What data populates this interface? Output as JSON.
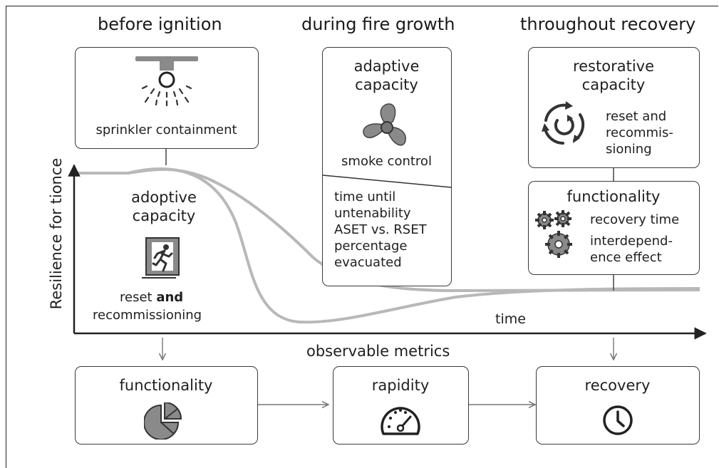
{
  "phases": {
    "before": "before ignition",
    "during": "during fire growth",
    "after": "throughout recovery"
  },
  "before_box": {
    "label": "sprinkler containment",
    "icon": "sprinkler-icon"
  },
  "during_box": {
    "title_line1": "adaptive",
    "title_line2": "capacity",
    "label": "smoke control",
    "icon": "fan-icon",
    "metrics": [
      "time until",
      "untenability",
      "ASET vs. RSET",
      "percentage",
      "evacuated"
    ]
  },
  "restorative_box": {
    "title_line1": "restorative",
    "title_line2": "capacity",
    "lines": [
      "reset and",
      "recommis-",
      "sioning"
    ],
    "icon": "cycle-arrows-icon"
  },
  "functionality_box": {
    "title": "functionality",
    "lines": [
      "recovery time",
      "interdepend-",
      "ence effect"
    ],
    "icon": "gears-icon"
  },
  "plot": {
    "ylabel": "Resilience for tionce",
    "xlabel": "time",
    "adoptive_line1": "adoptive",
    "adoptive_line2": "capacity",
    "exit_icon": "emergency-exit-icon",
    "reset_prefix": "reset ",
    "reset_bold": "and",
    "reset_line2": "recommissioning"
  },
  "observable_title": "observable metrics",
  "metrics": {
    "functionality": {
      "label": "functionality",
      "icon": "pie-chart-icon"
    },
    "rapidity": {
      "label": "rapidity",
      "icon": "speedometer-icon"
    },
    "recovery": {
      "label": "recovery",
      "icon": "clock-icon"
    }
  },
  "colors": {
    "curve": "#b8b8b8",
    "icon_fill": "#8a8a8a",
    "line": "#333333"
  }
}
